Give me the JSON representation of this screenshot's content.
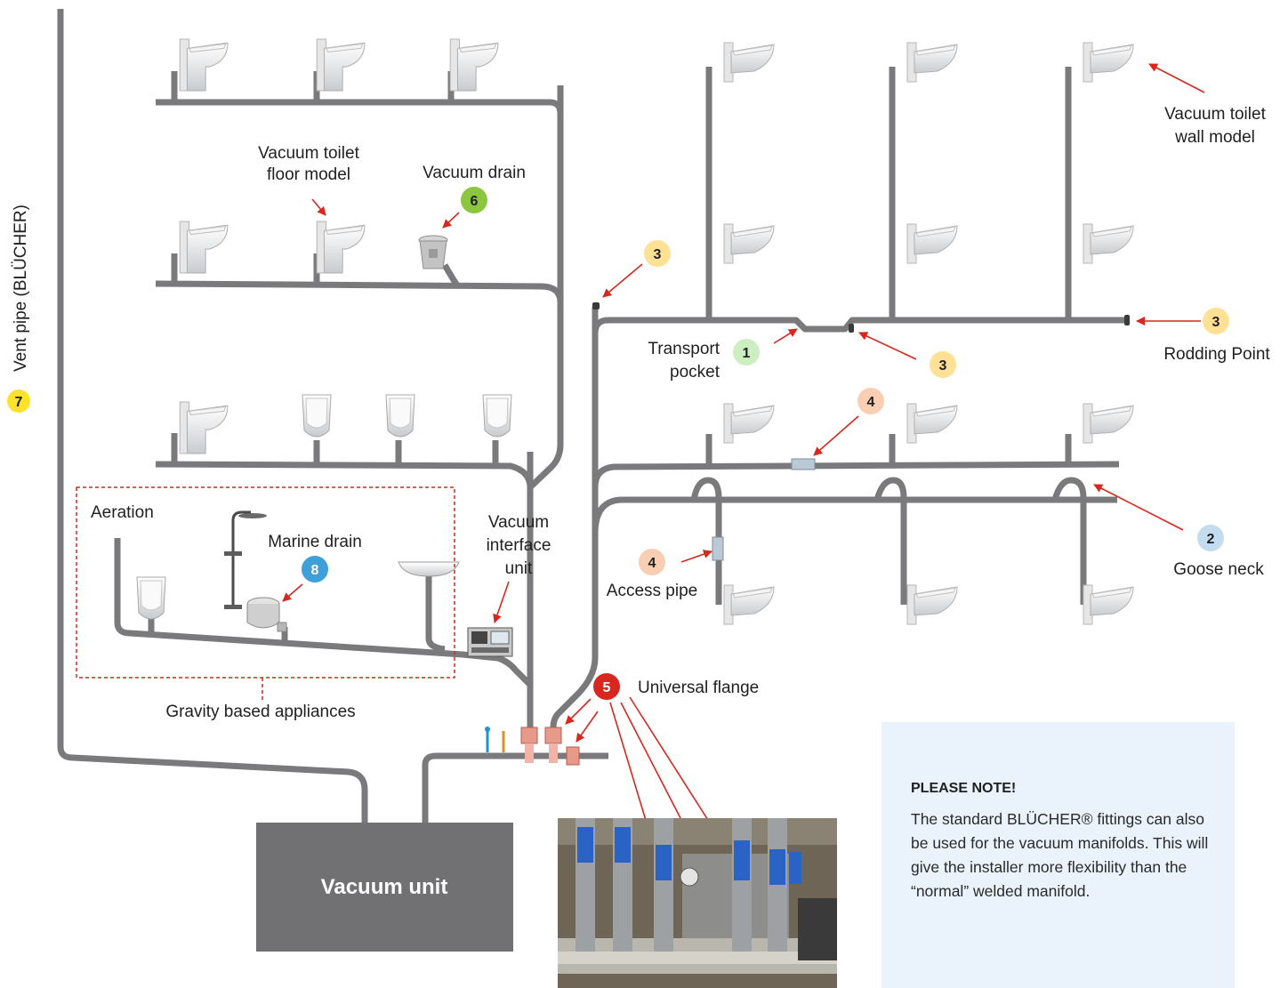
{
  "labels": {
    "vent_pipe": "Vent pipe (BLÜCHER)",
    "floor_model": [
      "Vacuum toilet",
      "floor model"
    ],
    "vacuum_drain": "Vacuum drain",
    "wall_model": [
      "Vacuum toilet",
      "wall model"
    ],
    "transport_pocket": [
      "Transport",
      "pocket"
    ],
    "rodding_point": "Rodding Point",
    "goose_neck": "Goose neck",
    "access_pipe": "Access pipe",
    "aeration": "Aeration",
    "marine_drain": "Marine drain",
    "interface_unit": [
      "Vacuum",
      "interface",
      "unit"
    ],
    "universal_flange": "Universal flange",
    "gravity_appliances": "Gravity based appliances",
    "vacuum_unit": "Vacuum unit"
  },
  "badges": {
    "b1": "1",
    "b2": "2",
    "b3": "3",
    "b4": "4",
    "b5": "5",
    "b6": "6",
    "b7": "7",
    "b8": "8"
  },
  "note": {
    "title": "PLEASE NOTE!",
    "body": "The standard BLÜCHER® fittings can also be used for the vacuum manifolds. This will give the installer more flexibility than the “normal” welded manifold."
  },
  "colors": {
    "pipe": "#7a7a7d",
    "arrow": "#d8271f",
    "badge_green": "#8cc63f",
    "badge_light_green": "#cdeec0",
    "badge_yellow": "#ffe196",
    "badge_bright_yellow": "#fce22a",
    "badge_peach": "#f9cfb4",
    "badge_light_blue": "#c3dcef",
    "badge_blue": "#3f9fd8",
    "badge_red": "#d8271f",
    "note_background": "#eaf3fb",
    "vacuum_unit": "#717174"
  }
}
